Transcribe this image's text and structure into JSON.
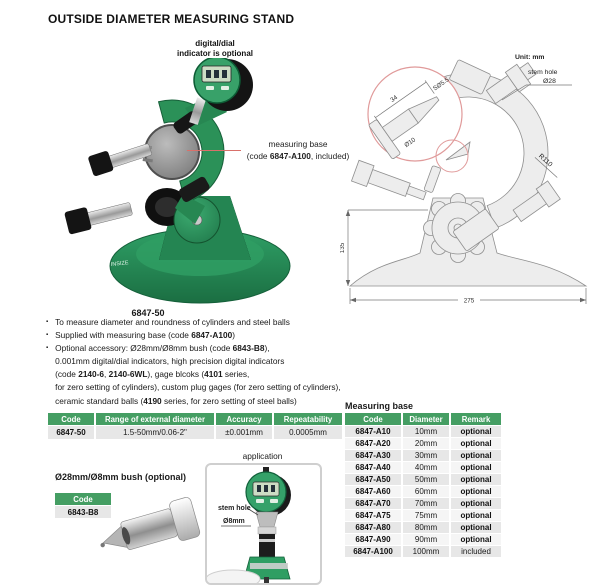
{
  "page": {
    "title": "OUTSIDE DIAMETER MEASURING STAND"
  },
  "colors": {
    "header_green": "#459e63",
    "row_gray": "#e7e7e7",
    "row_light": "#f5f5f5",
    "annotation_red": "#d9706a",
    "product_green": "#2b9158"
  },
  "product": {
    "indicator_note_line1": "digital/dial",
    "indicator_note_line2": "indicator is optional",
    "annotation": {
      "line1": "measuring base",
      "pre": "(code ",
      "code": "6847-A100",
      "post": ", included)"
    },
    "caption": "6847-50",
    "brand": "INSIZE"
  },
  "drawing": {
    "unit_label": "Unit: mm",
    "stem_hole_label": "stem hole",
    "stem_hole_dia": "Ø28",
    "radius_label": "R110",
    "height_dim": "135",
    "width_dim": "275",
    "detail": {
      "length": "34",
      "tip_dia": "SØ5.5",
      "shaft_dia": "Ø10"
    }
  },
  "features": [
    {
      "lines": [
        [
          {
            "t": "To measure diameter and roundness of cylinders and steel balls"
          }
        ]
      ]
    },
    {
      "lines": [
        [
          {
            "t": "Supplied with measuring base (code "
          },
          {
            "t": "6847-A100",
            "b": true
          },
          {
            "t": ")"
          }
        ]
      ]
    },
    {
      "lines": [
        [
          {
            "t": "Optional accessory: Ø28mm/Ø8mm bush (code "
          },
          {
            "t": "6843-B8",
            "b": true
          },
          {
            "t": "),"
          }
        ],
        [
          {
            "t": "0.001mm digital/dial indicators, high precision digital indicators"
          }
        ],
        [
          {
            "t": "(code "
          },
          {
            "t": "2140-6",
            "b": true
          },
          {
            "t": ", "
          },
          {
            "t": "2140-6WL",
            "b": true
          },
          {
            "t": "), gage blcoks ("
          },
          {
            "t": "4101",
            "b": true
          },
          {
            "t": " series,"
          }
        ],
        [
          {
            "t": "for zero setting of cylinders), custom plug gages (for zero setting of cylinders),"
          }
        ],
        [
          {
            "t": "ceramic standard balls ("
          },
          {
            "t": "4190",
            "b": true
          },
          {
            "t": " series, for zero setting of steel balls)"
          }
        ]
      ]
    }
  ],
  "spec_table": {
    "headers": [
      "Code",
      "Range of external diameter",
      "Accuracy",
      "Repeatability"
    ],
    "rows": [
      [
        "6847-50",
        "1.5-50mm/0.06-2\"",
        "±0.001mm",
        "0.0005mm"
      ]
    ]
  },
  "bush": {
    "title": "Ø28mm/Ø8mm bush (optional)",
    "code_header": "Code",
    "code": "6843-B8"
  },
  "application": {
    "label": "application",
    "stem_line1": "stem hole",
    "stem_line2": "Ø8mm"
  },
  "measuring_base": {
    "title": "Measuring base",
    "headers": [
      "Code",
      "Diameter",
      "Remark"
    ],
    "rows": [
      [
        "6847-A10",
        "10mm",
        "optional"
      ],
      [
        "6847-A20",
        "20mm",
        "optional"
      ],
      [
        "6847-A30",
        "30mm",
        "optional"
      ],
      [
        "6847-A40",
        "40mm",
        "optional"
      ],
      [
        "6847-A50",
        "50mm",
        "optional"
      ],
      [
        "6847-A60",
        "60mm",
        "optional"
      ],
      [
        "6847-A70",
        "70mm",
        "optional"
      ],
      [
        "6847-A75",
        "75mm",
        "optional"
      ],
      [
        "6847-A80",
        "80mm",
        "optional"
      ],
      [
        "6847-A90",
        "90mm",
        "optional"
      ],
      [
        "6847-A100",
        "100mm",
        "included"
      ]
    ]
  }
}
